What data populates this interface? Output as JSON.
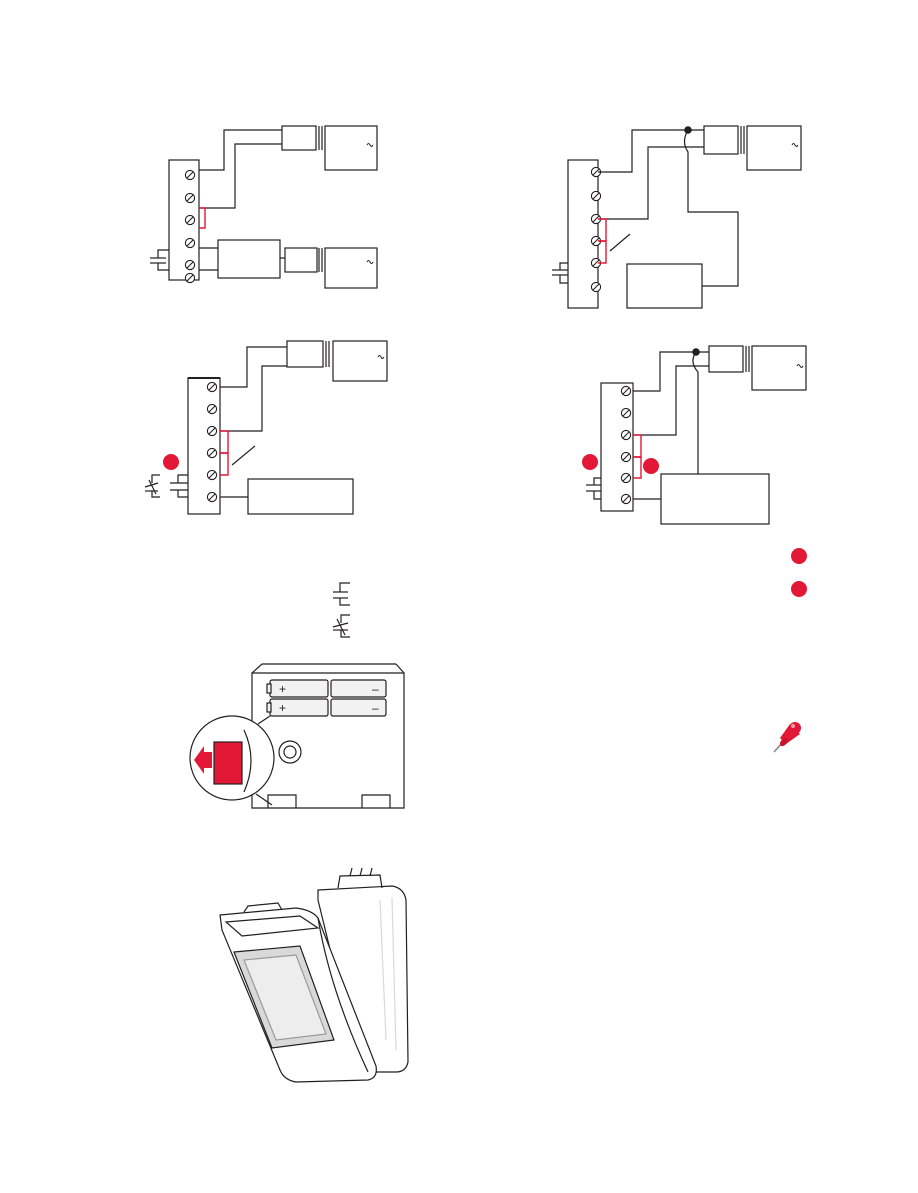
{
  "colors": {
    "ink": "#231f20",
    "accent_red": "#e31837",
    "battery_fill": "#f2f2f2",
    "device_shade": "#d9d9d9",
    "background": "#ffffff"
  },
  "battery_labels": {
    "plus": "+",
    "minus": "–"
  },
  "icons": {
    "terminal_screw": "screw-terminal-icon",
    "ac_source": "ac-source-symbol",
    "note": "pushpin-icon",
    "red_marker": "red-circle-marker",
    "contact_no": "normally-open-contact-symbol",
    "contact_nc": "normally-closed-contact-symbol"
  },
  "figures": [
    {
      "id": "wiring-diagram-1",
      "terminals": 6
    },
    {
      "id": "wiring-diagram-2",
      "terminals": 6
    },
    {
      "id": "wiring-diagram-3",
      "terminals": 6,
      "markers": 1
    },
    {
      "id": "wiring-diagram-4",
      "terminals": 6,
      "markers": 2
    },
    {
      "id": "battery-illustration",
      "batteries": 4
    },
    {
      "id": "device-cover-illustration"
    }
  ]
}
